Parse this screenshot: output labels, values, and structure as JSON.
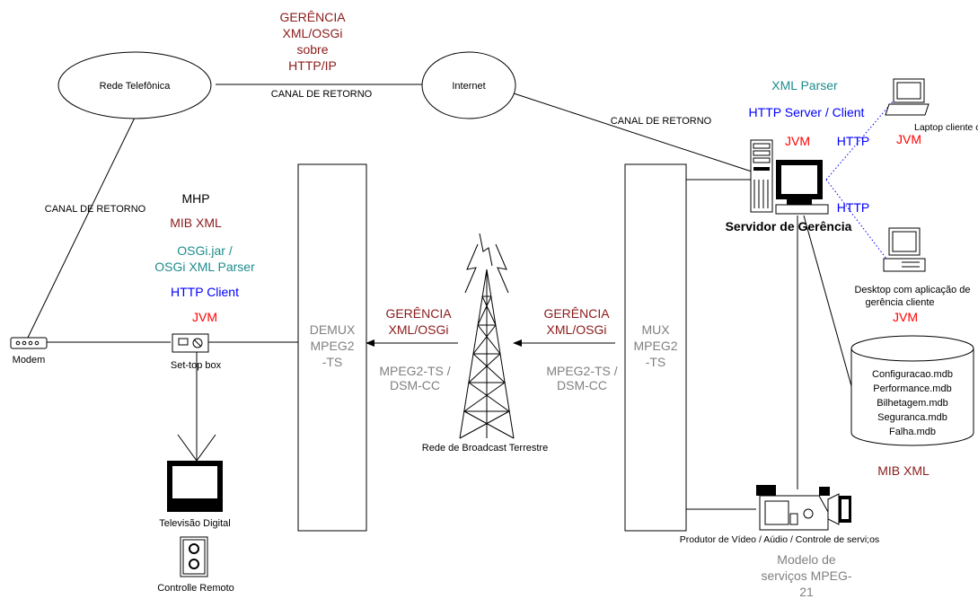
{
  "colors": {
    "darkred": "#8b1a1a",
    "red": "#ff0000",
    "blue": "#0000ff",
    "teal": "#1e8c8c",
    "gray": "#808080",
    "black": "#000000"
  },
  "icons": [
    "modem-icon",
    "set-top-box-icon",
    "television-icon",
    "remote-control-icon",
    "tower-icon",
    "server-icon",
    "laptop-icon",
    "desktop-icon",
    "database-icon",
    "video-camera-icon"
  ],
  "top_label": [
    "GERÊNCIA",
    "XML/OSGi",
    "sobre",
    "HTTP/IP"
  ],
  "clouds": {
    "rede_telefonica": "Rede Telefônica",
    "internet": "Internet"
  },
  "canal_retorno": {
    "top": "CANAL DE RETORNO",
    "right": "CANAL DE RETORNO",
    "left": "CANAL DE RETORNO"
  },
  "server": {
    "xml_parser": "XML Parser",
    "http_server": "HTTP Server / Client",
    "jvm": "JVM",
    "label": "Servidor de Gerência"
  },
  "laptop": {
    "label": "Laptop cliente com Brows",
    "jvm": "JVM",
    "http": "HTTP"
  },
  "desktop": {
    "http": "HTTP",
    "label_1": "Desktop com aplicação de",
    "label_2": "gerência cliente",
    "jvm": "JVM"
  },
  "database": {
    "files": [
      "Configuracao.mdb",
      "Performance.mdb",
      "Bilhetagem.mdb",
      "Seguranca.mdb",
      "Falha.mdb"
    ],
    "mib": "MIB XML"
  },
  "stb_stack": {
    "mhp": "MHP",
    "mib": "MIB XML",
    "osgi_1": "OSGi.jar  /",
    "osgi_2": "OSGi XML Parser",
    "http": "HTTP Client",
    "jvm": "JVM"
  },
  "modem": "Modem",
  "set_top_box": "Set-top box",
  "tv": "Televisão Digital",
  "remote": "Controlle Remoto",
  "demux": [
    "DEMUX",
    "MPEG2",
    "-TS"
  ],
  "mux": [
    "MUX",
    "MPEG2",
    "-TS"
  ],
  "left_arrow": {
    "l1": "GERÊNCIA",
    "l2": "XML/OSGi",
    "l3": "MPEG2-TS /",
    "l4": "DSM-CC"
  },
  "right_arrow": {
    "l1": "GERÊNCIA",
    "l2": "XML/OSGi",
    "l3": "MPEG2-TS /",
    "l4": "DSM-CC"
  },
  "tower": "Rede de Broadcast Terrestre",
  "camera": "Produtor de Vídeo / Aúdio / Controle de servi;os",
  "mpeg21": [
    "Modelo de",
    "serviços MPEG-",
    "21"
  ]
}
